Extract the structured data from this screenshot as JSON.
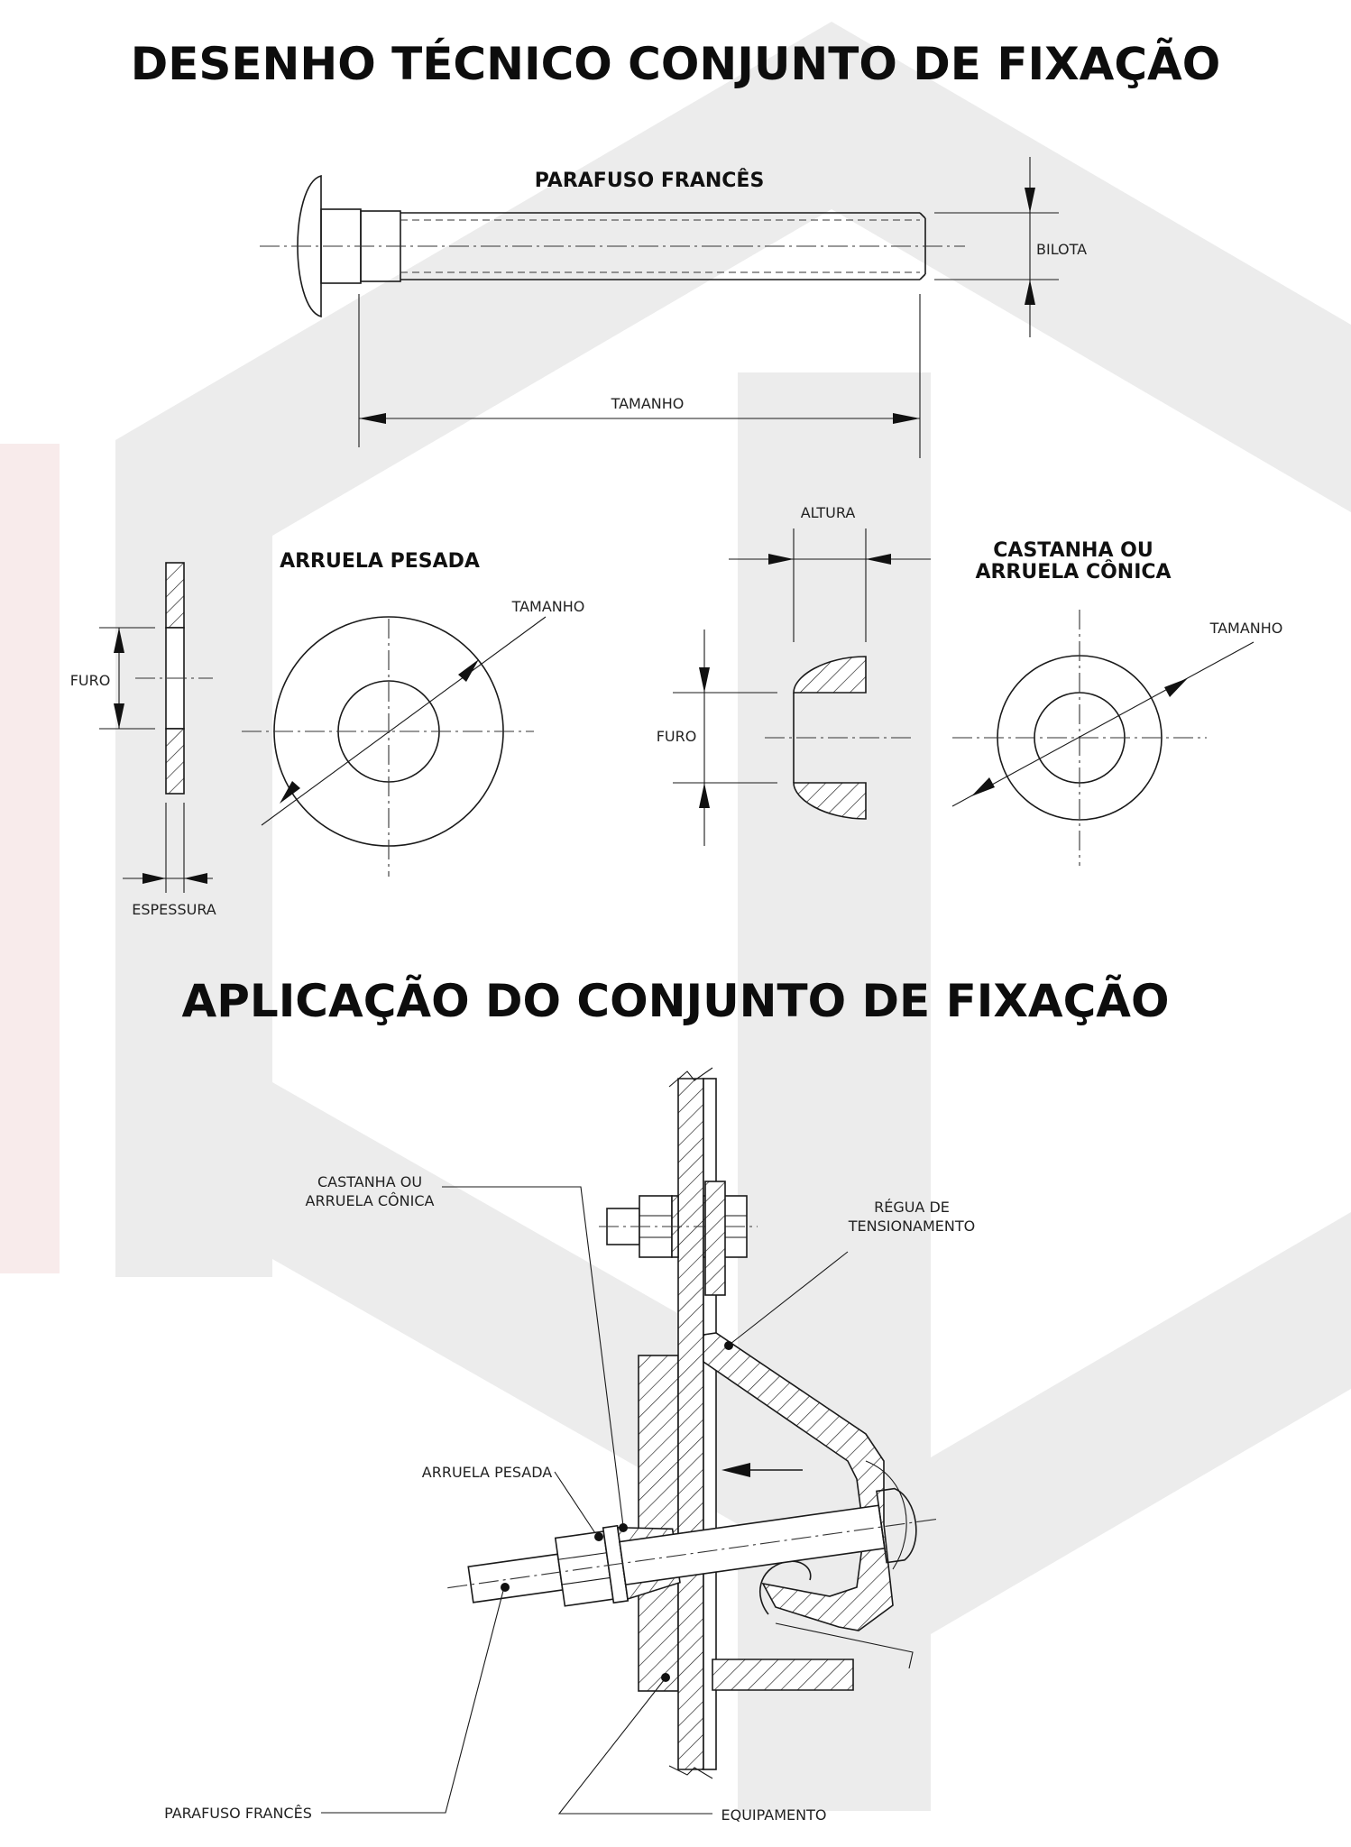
{
  "colors": {
    "watermark": "#ececec",
    "side_strip": "#f8ebeb",
    "ink": "#1a1a1a"
  },
  "titles": {
    "technical_drawing": "DESENHO TÉCNICO CONJUNTO DE FIXAÇÃO",
    "application": "APLICAÇÃO DO CONJUNTO DE FIXAÇÃO"
  },
  "bolt": {
    "title": "PARAFUSO FRANCÊS",
    "dim_length": "TAMANHO",
    "dim_diameter": "BILOTA"
  },
  "washer": {
    "title": "ARRUELA PESADA",
    "dim_hole": "FURO",
    "dim_thickness": "ESPESSURA",
    "dim_size": "TAMANHO"
  },
  "conical": {
    "title_line1": "CASTANHA OU",
    "title_line2": "ARRUELA CÔNICA",
    "dim_height": "ALTURA",
    "dim_hole": "FURO",
    "dim_size": "TAMANHO"
  },
  "application": {
    "label_conical_line1": "CASTANHA OU",
    "label_conical_line2": "ARRUELA CÔNICA",
    "label_ruler_line1": "RÉGUA DE",
    "label_ruler_line2": "TENSIONAMENTO",
    "label_washer": "ARRUELA PESADA",
    "label_bolt": "PARAFUSO FRANCÊS",
    "label_equipment": "EQUIPAMENTO"
  }
}
